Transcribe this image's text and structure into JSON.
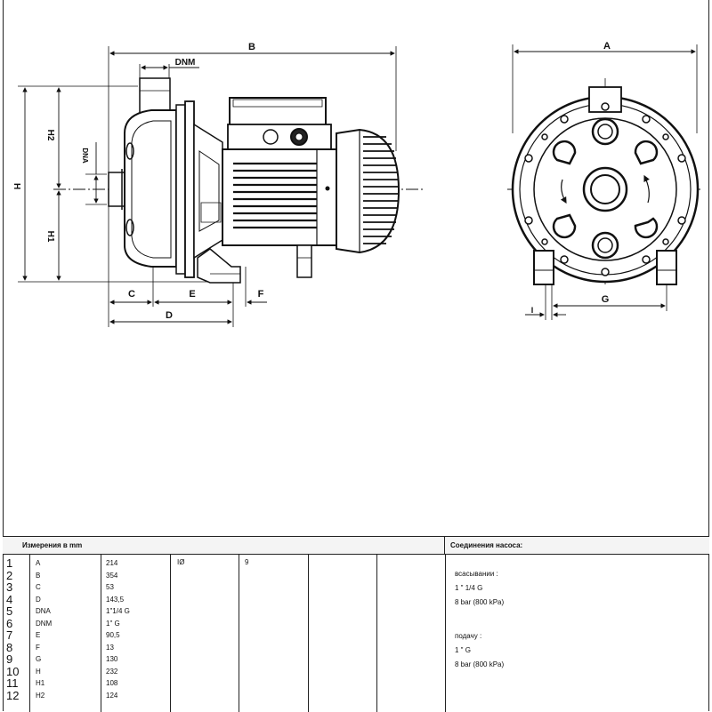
{
  "drawing": {
    "side_view_labels": {
      "B": "B",
      "DNM": "DNM",
      "DNA": "DNA",
      "H": "H",
      "H1": "H1",
      "H2": "H2",
      "C": "C",
      "E": "E",
      "F": "F",
      "D": "D"
    },
    "front_view_labels": {
      "A": "A",
      "G": "G",
      "I": "I"
    }
  },
  "table": {
    "header_left": "Измерения в  mm",
    "header_right": "Соединения насоса:",
    "extra_label": "IØ",
    "extra_value": "9",
    "rows": [
      {
        "num": "1",
        "name": "A",
        "value": "214"
      },
      {
        "num": "2",
        "name": "B",
        "value": "354"
      },
      {
        "num": "3",
        "name": "C",
        "value": "53"
      },
      {
        "num": "4",
        "name": "D",
        "value": "143,5"
      },
      {
        "num": "5",
        "name": "DNA",
        "value": "1\"1/4 G"
      },
      {
        "num": "6",
        "name": "DNM",
        "value": "1\" G"
      },
      {
        "num": "7",
        "name": "E",
        "value": "90,5"
      },
      {
        "num": "8",
        "name": "F",
        "value": "13"
      },
      {
        "num": "9",
        "name": "G",
        "value": "130"
      },
      {
        "num": "10",
        "name": "H",
        "value": "232"
      },
      {
        "num": "11",
        "name": "H1",
        "value": "108"
      },
      {
        "num": "12",
        "name": "H2",
        "value": "124"
      }
    ],
    "connections": {
      "suction_label": "всасывании :",
      "suction_size": "1 \" 1/4 G",
      "suction_pressure": "8 bar (800 kPa)",
      "discharge_label": "подачу :",
      "discharge_size": "1 \" G",
      "discharge_pressure": "8 bar (800 kPa)"
    }
  }
}
